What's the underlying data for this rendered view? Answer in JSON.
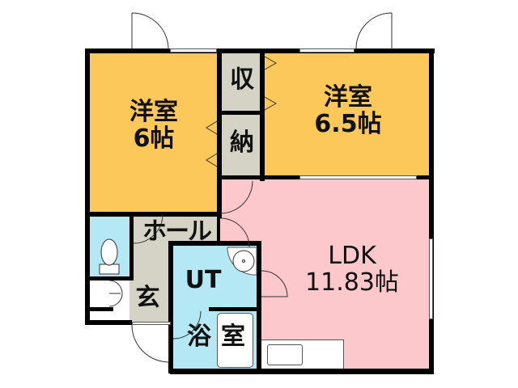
{
  "floor_plan": {
    "colors": {
      "western_room": "#FCC85A",
      "storage": "#D5D2C6",
      "ldk": "#FCC8CB",
      "wet_area": "#B4E8F5",
      "hall": "#D5D2C6",
      "wall": "#000000"
    },
    "rooms": {
      "western_1": {
        "name": "洋室",
        "size": "6帖"
      },
      "western_2": {
        "name": "洋室",
        "size": "6.5帖"
      },
      "storage_top": {
        "name": "収"
      },
      "storage_bottom": {
        "name": "納"
      },
      "hall": {
        "name": "ホール"
      },
      "entrance": {
        "name": "玄"
      },
      "ut": {
        "name": "UT"
      },
      "bath": {
        "name_1": "浴",
        "name_2": "室"
      },
      "ldk": {
        "name": "LDK",
        "size": "11.83帖"
      }
    }
  }
}
